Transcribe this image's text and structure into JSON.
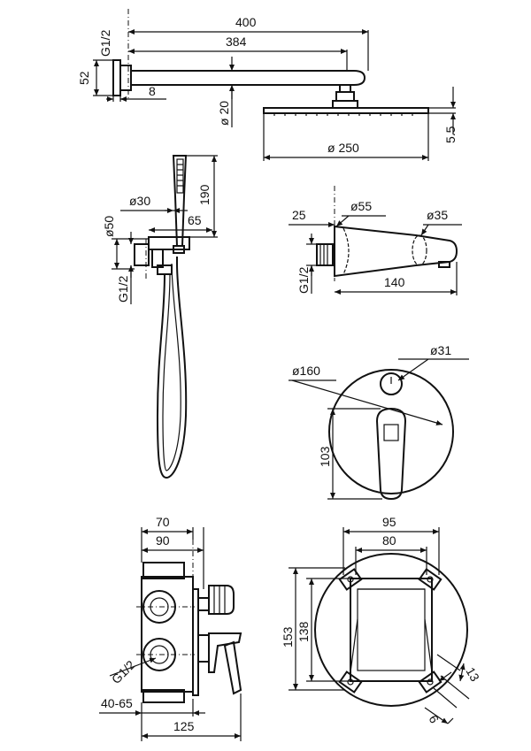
{
  "labels": {
    "arm_length_400": "400",
    "arm_length_384": "384",
    "thread_top": "G1/2",
    "flange_52": "52",
    "flange_8": "8",
    "arm_dia_20": "ø 20",
    "head_dia_250": "ø 250",
    "head_thick_55": "5.5",
    "handset_190": "190",
    "holder_dia_30": "ø30",
    "holder_65": "65",
    "holder_dia_50": "ø50",
    "thread_holder": "G1/2",
    "spout_25": "25",
    "spout_dia_55": "ø55",
    "spout_dia_35": "ø35",
    "thread_spout": "G1/2",
    "spout_140": "140",
    "plate_dia_31": "ø31",
    "plate_dia_160": "ø160",
    "plate_103": "103",
    "box_70": "70",
    "box_90": "90",
    "thread_box": "G1/2",
    "box_depth": "40-65",
    "box_125": "125",
    "body_95": "95",
    "body_80": "80",
    "body_153": "153",
    "body_138": "138",
    "body_13": "13",
    "body_6": "6"
  },
  "colors": {
    "line": "#111111",
    "background": "#ffffff"
  }
}
